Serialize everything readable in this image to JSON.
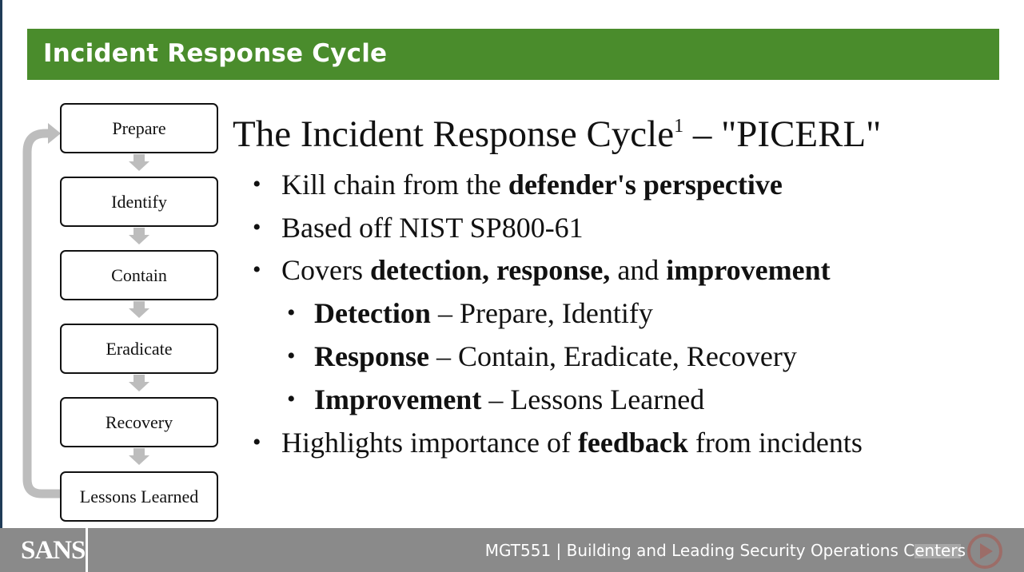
{
  "slide": {
    "title": "Incident Response Cycle"
  },
  "cycle": {
    "steps": [
      "Prepare",
      "Identify",
      "Contain",
      "Eradicate",
      "Recovery",
      "Lessons Learned"
    ]
  },
  "content": {
    "heading": "The Incident Response Cycle",
    "heading_sup": "1",
    "heading_suffix": " – \"PICERL\"",
    "bullets": [
      {
        "parts": [
          {
            "t": "Kill chain from the "
          },
          {
            "t": "defender's perspective",
            "b": true
          }
        ]
      },
      {
        "parts": [
          {
            "t": "Based off NIST SP800-61"
          }
        ]
      },
      {
        "parts": [
          {
            "t": "Covers "
          },
          {
            "t": "detection, response,",
            "b": true
          },
          {
            "t": " and "
          },
          {
            "t": "improvement",
            "b": true
          }
        ]
      },
      {
        "parts": [
          {
            "t": "Detection",
            "b": true
          },
          {
            "t": " – Prepare, Identify"
          }
        ]
      },
      {
        "parts": [
          {
            "t": "Response",
            "b": true
          },
          {
            "t": " – Contain, Eradicate, Recovery"
          }
        ]
      },
      {
        "parts": [
          {
            "t": "Improvement",
            "b": true
          },
          {
            "t": " – Lessons Learned"
          }
        ]
      },
      {
        "parts": [
          {
            "t": "Highlights importance of "
          },
          {
            "t": "feedback",
            "b": true
          },
          {
            "t": " from incidents"
          }
        ]
      }
    ]
  },
  "footer": {
    "logo": "SANS",
    "course": "MGT551 | Building and Leading Security Operations Centers"
  },
  "colors": {
    "title_bar": "#4a8c2c",
    "footer": "#8a8a8a",
    "arrow": "#bdbdbd"
  }
}
